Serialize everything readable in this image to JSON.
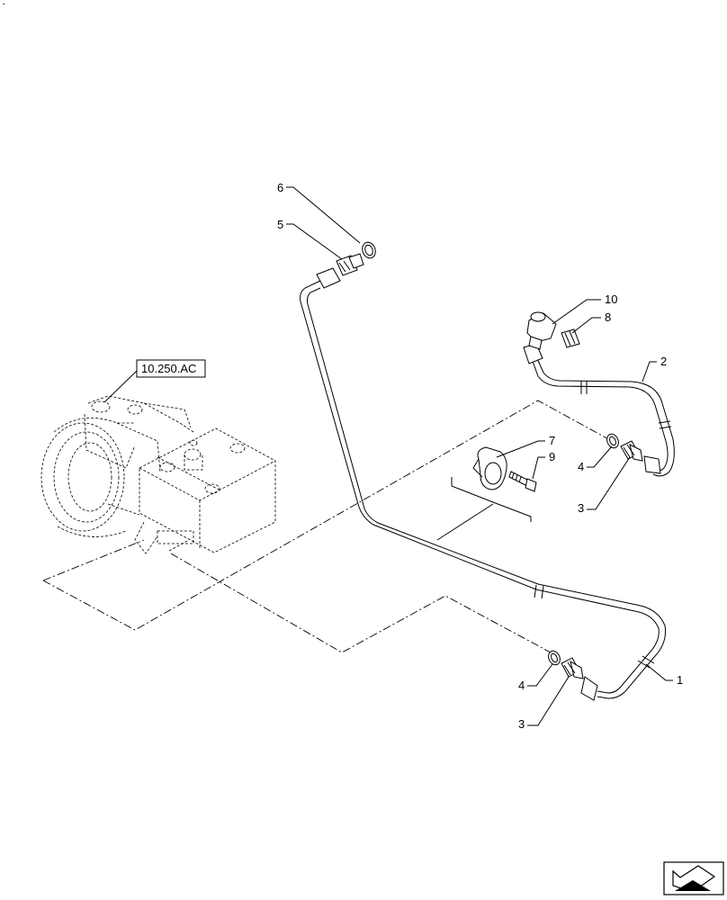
{
  "diagram": {
    "corner_mark": "·",
    "reference_box": "10.250.AC",
    "callouts": {
      "c1": "1",
      "c2": "2",
      "c3a": "3",
      "c3b": "3",
      "c4a": "4",
      "c4b": "4",
      "c5": "5",
      "c6": "6",
      "c7": "7",
      "c8": "8",
      "c9": "9",
      "c10": "10"
    },
    "nav_icon": "arrow-back-icon"
  }
}
